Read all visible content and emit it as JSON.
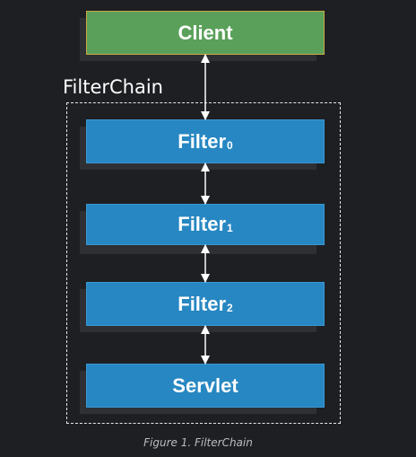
{
  "diagram": {
    "client_label": "Client",
    "chain_label": "FilterChain",
    "filters": [
      {
        "name": "Filter",
        "subscript": "0"
      },
      {
        "name": "Filter",
        "subscript": "1"
      },
      {
        "name": "Filter",
        "subscript": "2"
      }
    ],
    "servlet_label": "Servlet"
  },
  "caption": "Figure 1. FilterChain",
  "colors": {
    "background": "#1d1f22",
    "client_fill": "#5aa05a",
    "client_border": "#c9a944",
    "filter_fill": "#2787c2",
    "connector": "#ffffff"
  }
}
